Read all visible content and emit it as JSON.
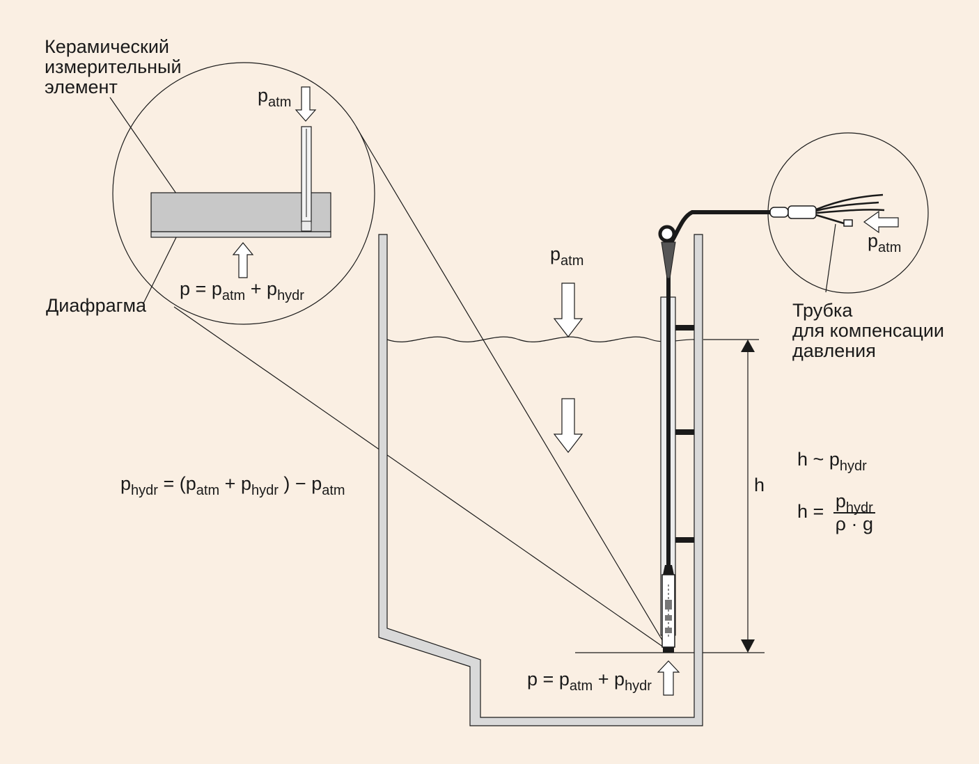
{
  "colors": {
    "background": "#faefe3",
    "ink": "#1a1a1a",
    "wall_fill": "#d9d9d9",
    "element_fill": "#c8c8c8"
  },
  "labels": {
    "ceramic_line1": "Керамический",
    "ceramic_line2": "измерительный",
    "ceramic_line3": "элемент",
    "diaphragm": "Диафрагма",
    "tube_line1": "Трубка",
    "tube_line2": "для компенсации",
    "tube_line3": "давления",
    "h": "h"
  },
  "symbols": {
    "p": "p",
    "atm": "atm",
    "hydr": "hydr",
    "h": "h"
  },
  "formulas": {
    "eq": "=",
    "plus": "+",
    "minus": "−",
    "open_paren": "(",
    "close_paren": ")",
    "tilde": "~",
    "rho_g": "ρ · g"
  }
}
